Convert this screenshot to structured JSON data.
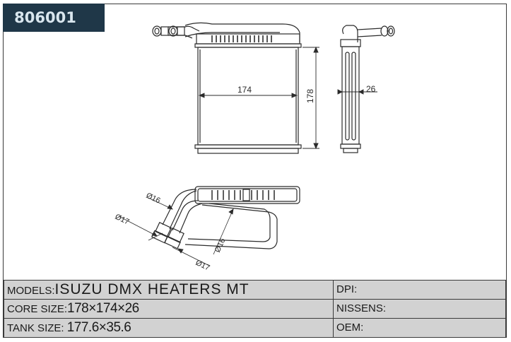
{
  "part_number": "806001",
  "drawing": {
    "front_view": {
      "width_dim": "174",
      "height_dim": "178"
    },
    "side_view": {
      "depth_dim": "26"
    },
    "bottom_view": {
      "pipe_diameters": [
        "Ø16",
        "Ø17",
        "Ø16",
        "Ø17"
      ]
    }
  },
  "specs": {
    "models_label": "MODELS:",
    "models_value": "ISUZU  DMX  HEATERS  MT",
    "core_label": "CORE SIZE:",
    "core_value": "178×174×26",
    "tank_label": "TANK SIZE: ",
    "tank_value": "177.6×35.6",
    "dpi_label": "DPI:",
    "nissens_label": "NISSENS:",
    "oem_label": "OEM:"
  }
}
